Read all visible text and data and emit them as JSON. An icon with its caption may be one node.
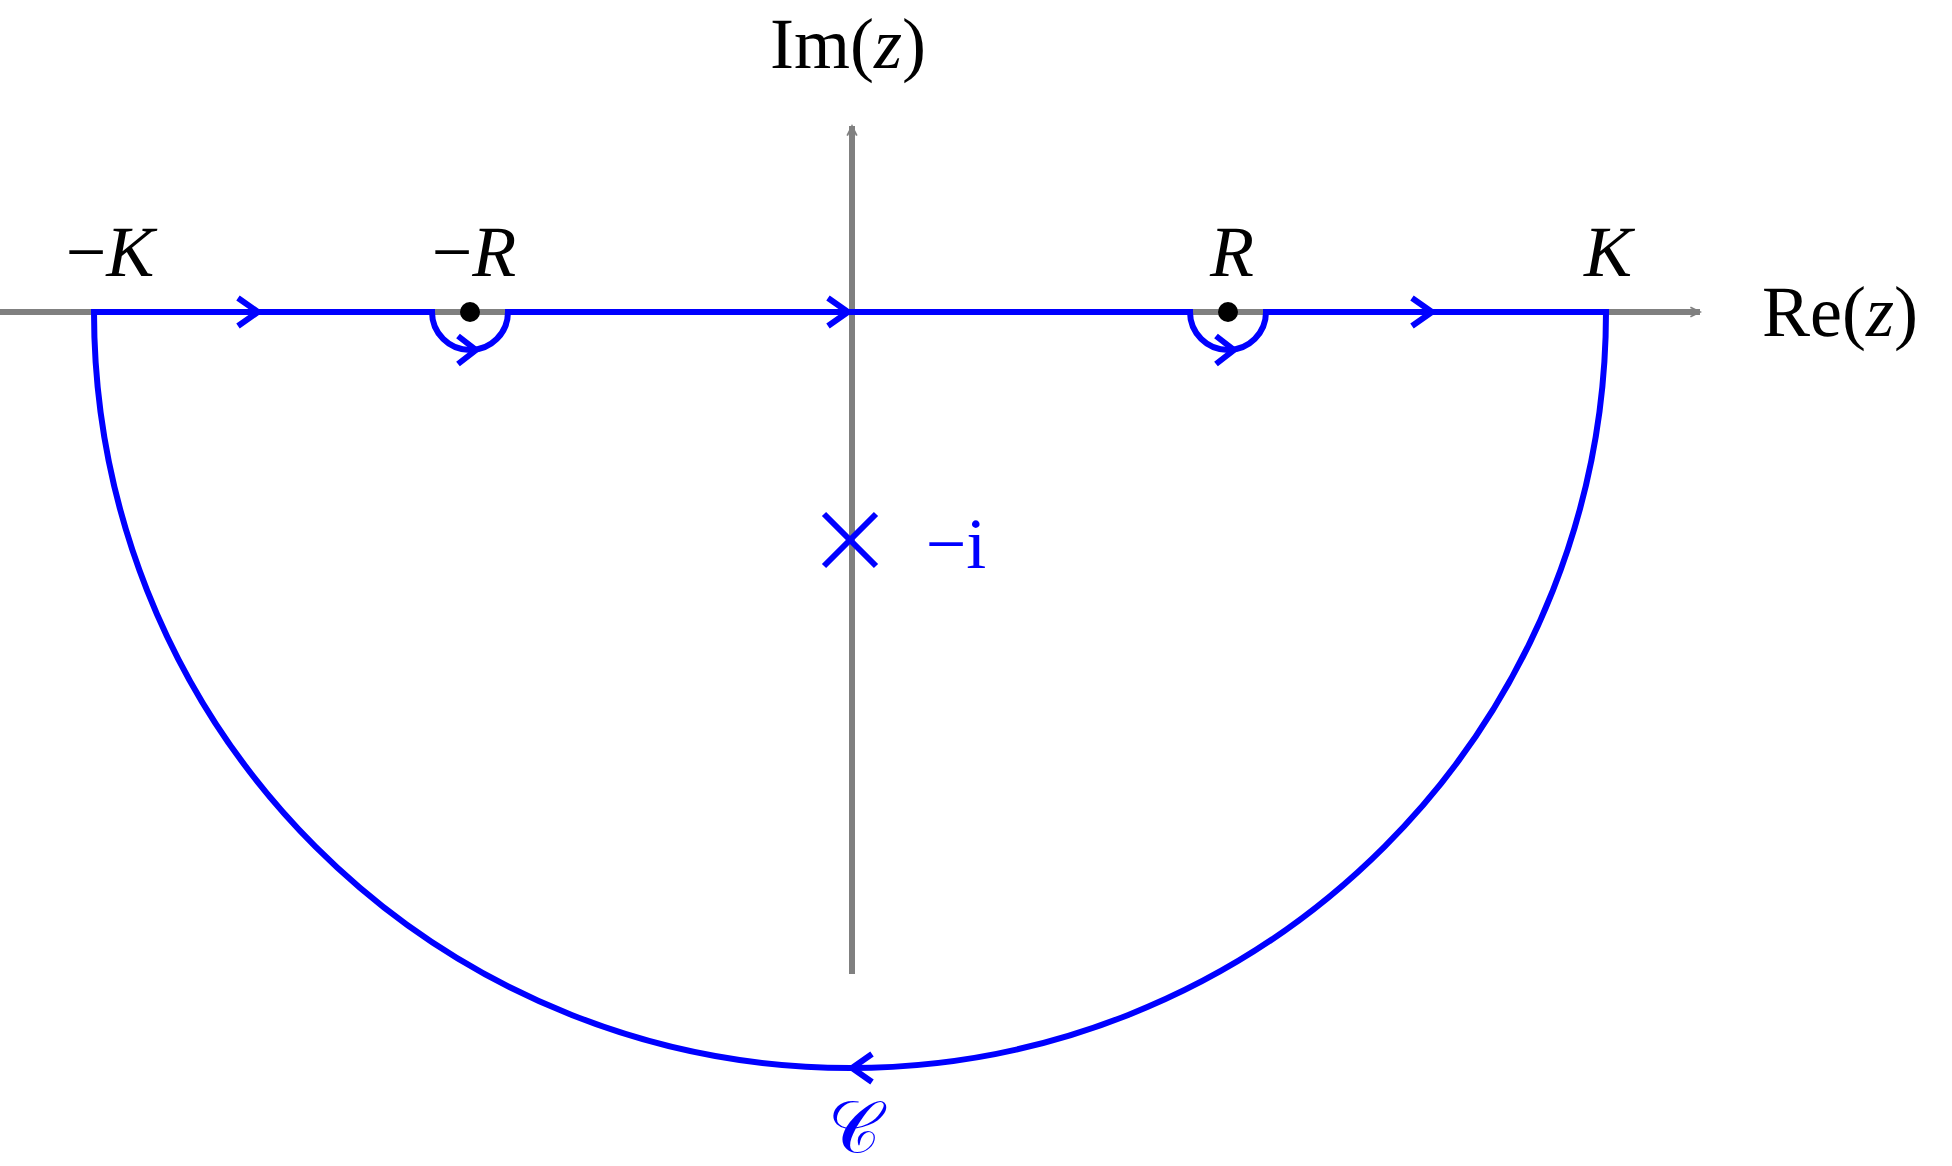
{
  "diagram": {
    "labels": [
      "Im(*z*)",
      "−*K*",
      "−*R*",
      "*R*",
      "*K*",
      "Re(*z*)",
      "−i",
      "𝒞"
    ]
  }
}
